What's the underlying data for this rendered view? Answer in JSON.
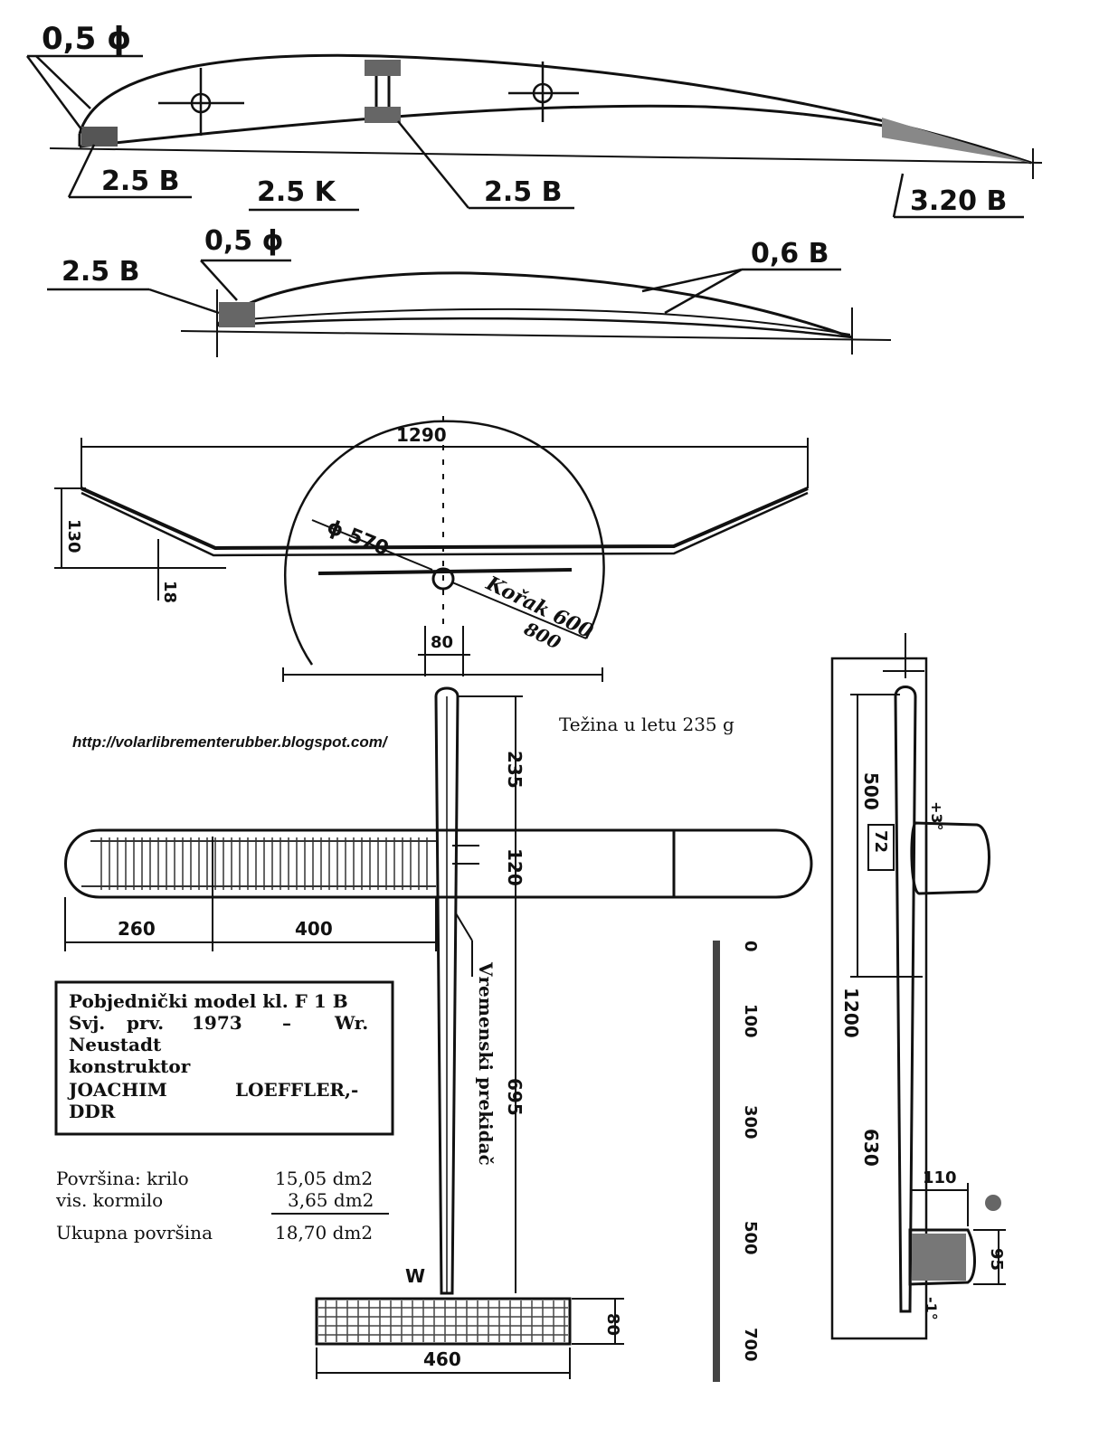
{
  "profiles": {
    "wing": {
      "le_spar_dia": "0,5 ϕ",
      "le_spar": "2.5 B",
      "bottom_spar": "2.5 K",
      "main_spar": "2.5 B",
      "te_spar": "3.20 B"
    },
    "stab": {
      "le_spar_dia": "0,5 ϕ",
      "le_spar": "2.5 B",
      "skin": "0,6 B"
    }
  },
  "front_view": {
    "span": "1290",
    "dihedral_tip": "130",
    "dihedral_center": "18",
    "prop_diameter": "ϕ 570",
    "pitch": "Kořak 600",
    "arc_radius": "800",
    "nose_width": "80"
  },
  "plan_view": {
    "nose_length": "235",
    "wing_chord": "120",
    "tail_boom": "695",
    "panel_tip": "260",
    "panel_center": "400",
    "timer_label": "Vremenski prekidač",
    "stab_span": "460",
    "stab_chord": "80",
    "stab_mark": "W"
  },
  "side_view": {
    "nose_to_le": "500",
    "wing_chord": "72",
    "wing_incidence": "+3°",
    "total_length": "1200",
    "tail_length": "630",
    "fin_width": "110",
    "fin_height": "95",
    "stab_incidence": "-1°"
  },
  "scale": {
    "ticks": [
      "0",
      "100",
      "300",
      "500",
      "700"
    ]
  },
  "weight_note": "Težina u letu 235 g",
  "source_url": "http://volarlibrementerubber.blogspot.com/",
  "title_box": {
    "line1": "Pobjednički model kl. F 1 B",
    "line2_a": "Svj.",
    "line2_b": "prv.",
    "line2_c": "1973",
    "line2_d": "–",
    "line2_e": "Wr.",
    "line3": "Neustadt",
    "line4": "konstruktor",
    "line5_a": "JOACHIM",
    "line5_b": "LOEFFLER,-",
    "line6": "DDR"
  },
  "areas": {
    "wing_label": "Površina: krilo",
    "wing_value": "15,05 dm2",
    "stab_label": "vis. kormilo",
    "stab_value": "3,65 dm2",
    "total_label": "Ukupna površina",
    "total_value": "18,70 dm2"
  }
}
